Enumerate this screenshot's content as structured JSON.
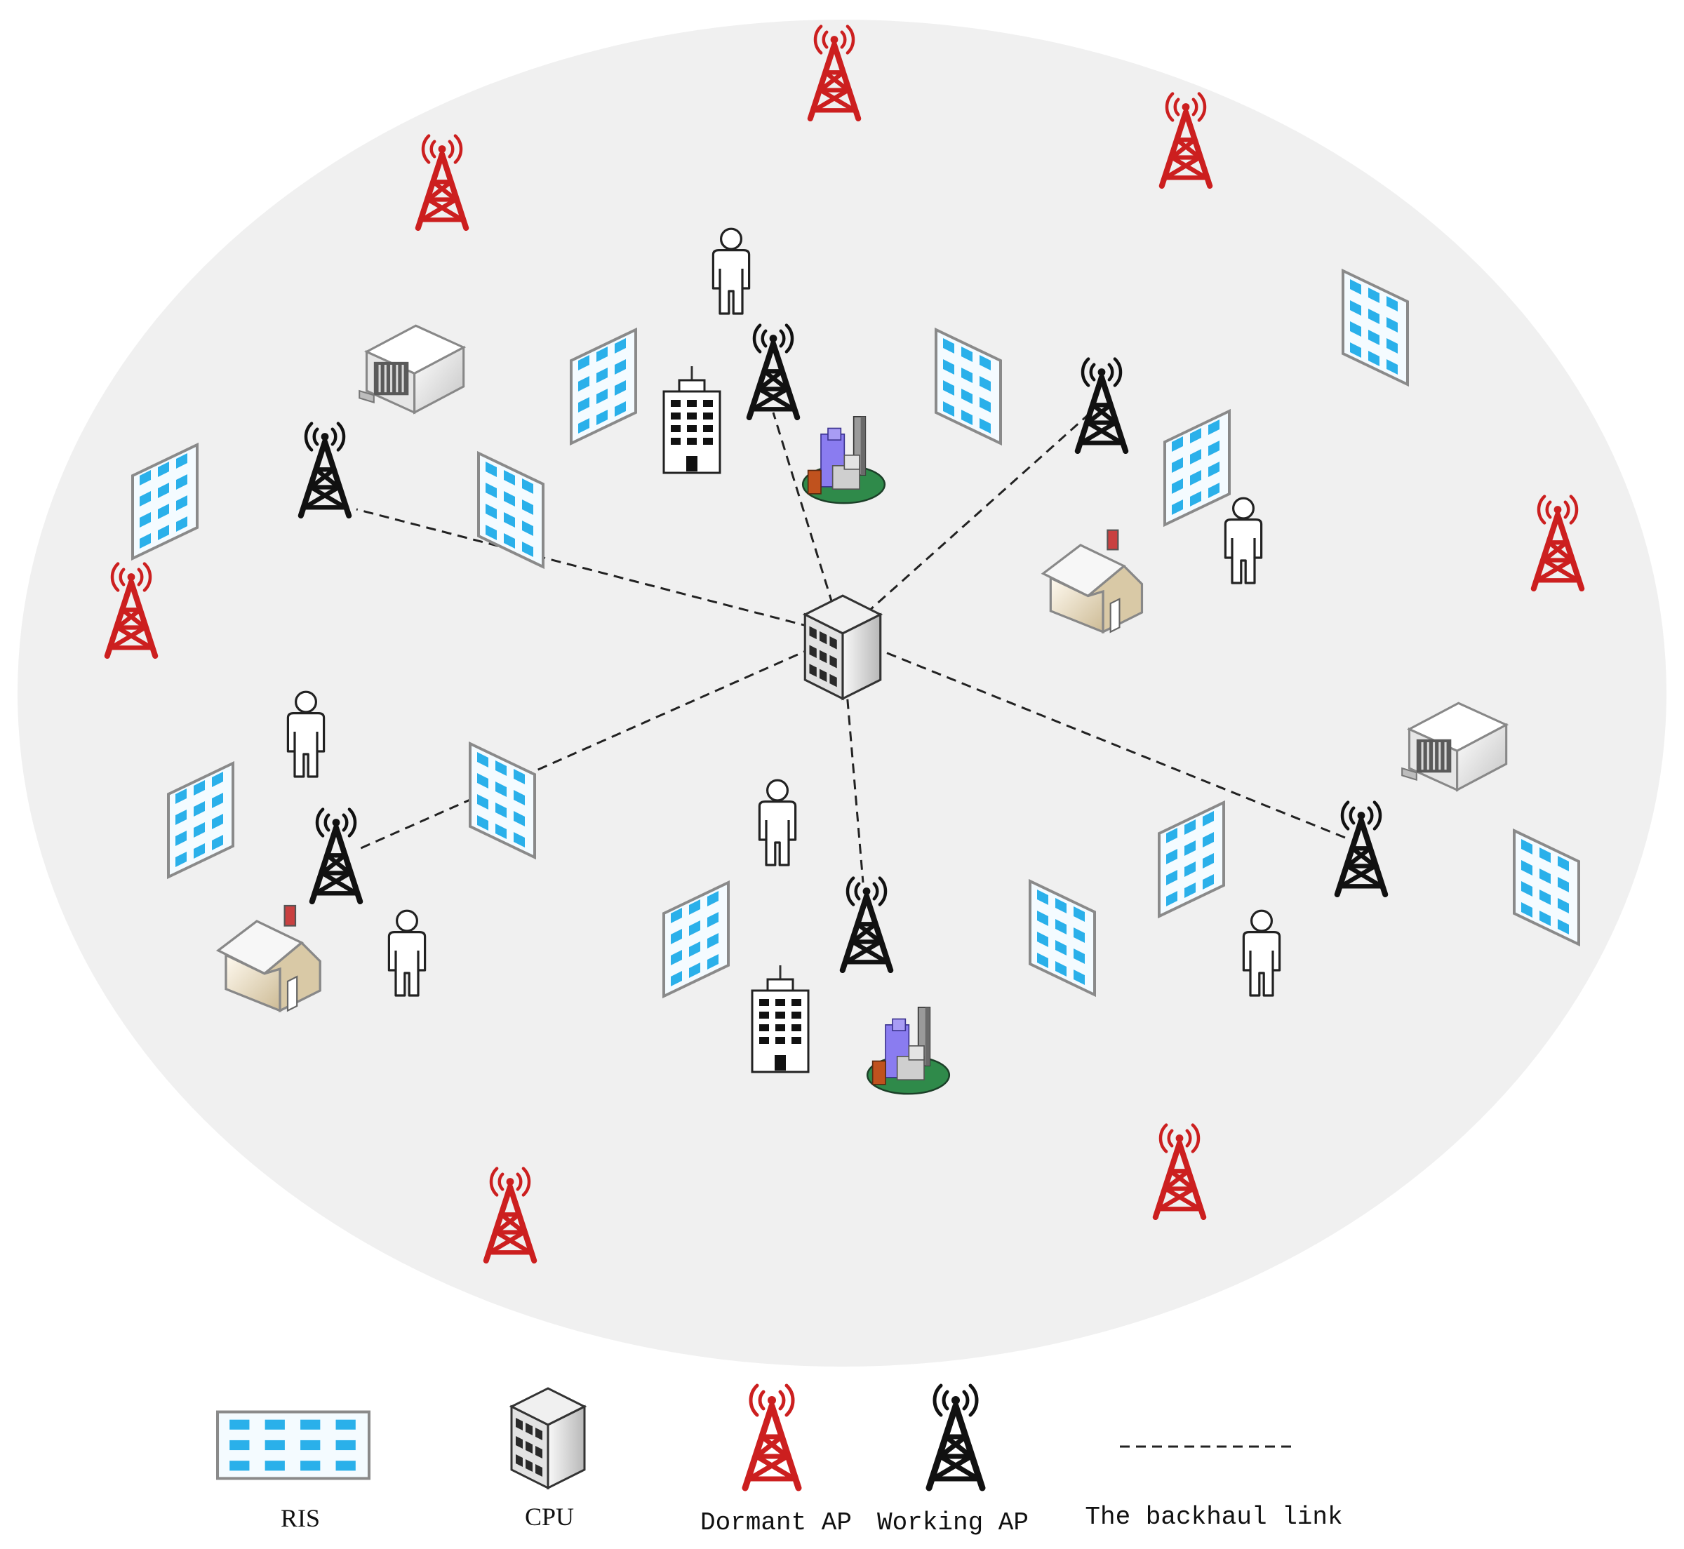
{
  "colors": {
    "area_fill": "#f0f0f0",
    "dormant_ap": "#cc1f1f",
    "working_ap": "#111111",
    "ris_cell": "#2ab0ea",
    "link": "#222222"
  },
  "legend": {
    "ris": "RIS",
    "cpu": "CPU",
    "dormant_ap": "Dormant AP",
    "working_ap": "Working AP",
    "backhaul": "The backhaul link"
  },
  "icons": {
    "ris": "ris-panel-icon",
    "cpu": "cpu-server-icon",
    "dormant_ap": "dormant-ap-tower-icon",
    "working_ap": "working-ap-tower-icon",
    "user": "user-icon",
    "house": "house-icon",
    "office": "office-building-icon",
    "city": "city-cluster-icon",
    "server": "server-icon"
  }
}
